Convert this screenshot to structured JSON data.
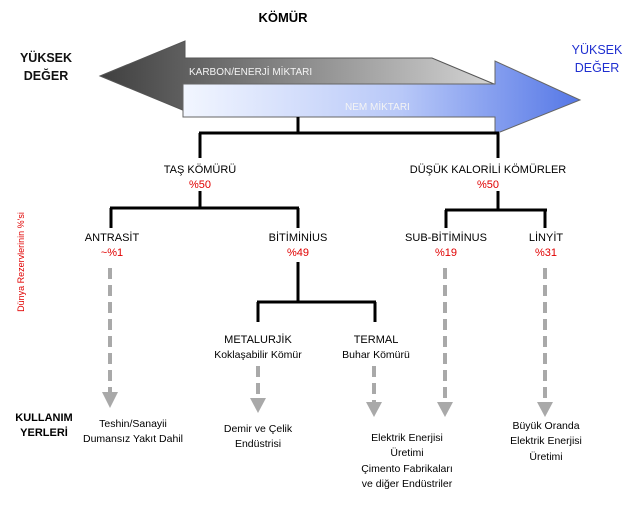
{
  "title": "KÖMÜR",
  "value_labels": {
    "left": [
      "YÜKSEK",
      "DEĞER"
    ],
    "right": [
      "YÜKSEK",
      "DEĞER"
    ]
  },
  "arrows": {
    "carbon_energy": "KARBON/ENERJİ MİKTARI",
    "moisture": "NEM MİKTARI"
  },
  "side_label": "Dünya Rezervlerinin %'si",
  "usage_heading": [
    "KULLANIM",
    "YERLERİ"
  ],
  "categories": {
    "hard_coal": {
      "name": "TAŞ KÖMÜRÜ",
      "share": "%50"
    },
    "low_calorie": {
      "name": "DÜŞÜK KALORİLİ KÖMÜRLER",
      "share": "%50"
    },
    "anthracite": {
      "name": "ANTRASİT",
      "share": "~%1"
    },
    "bituminous": {
      "name": "BİTİMİNİUS",
      "share": "%49"
    },
    "sub_bituminous": {
      "name": "SUB-BİTİMİNUS",
      "share": "%19"
    },
    "lignite": {
      "name": "LİNYİT",
      "share": "%31"
    },
    "metallurgical": {
      "name": "METALURJİK",
      "subtitle": "Koklaşabilir Kömür"
    },
    "thermal": {
      "name": "TERMAL",
      "subtitle": "Buhar Kömürü"
    }
  },
  "uses": {
    "anthracite": [
      "Teshin/Sanayii",
      "Dumansız  Yakıt Dahil"
    ],
    "metallurgical": [
      "Demir ve Çelik",
      "Endüstrisi"
    ],
    "thermal_sub_bituminous": [
      "Elektrik Enerjisi",
      "Üretimi",
      "Çimento Fabrikaları",
      "ve diğer Endüstriler"
    ],
    "lignite": [
      "Büyük Oranda",
      "Elektrik Enerjisi",
      "Üretimi"
    ]
  },
  "colors": {
    "share_text": "#e00000",
    "right_value_text": "#1f2fd0",
    "carbon_arrow": "#6e6e6e",
    "moisture_arrow": "#9fb3f3",
    "usage_arrows": "#a9a9a9"
  }
}
